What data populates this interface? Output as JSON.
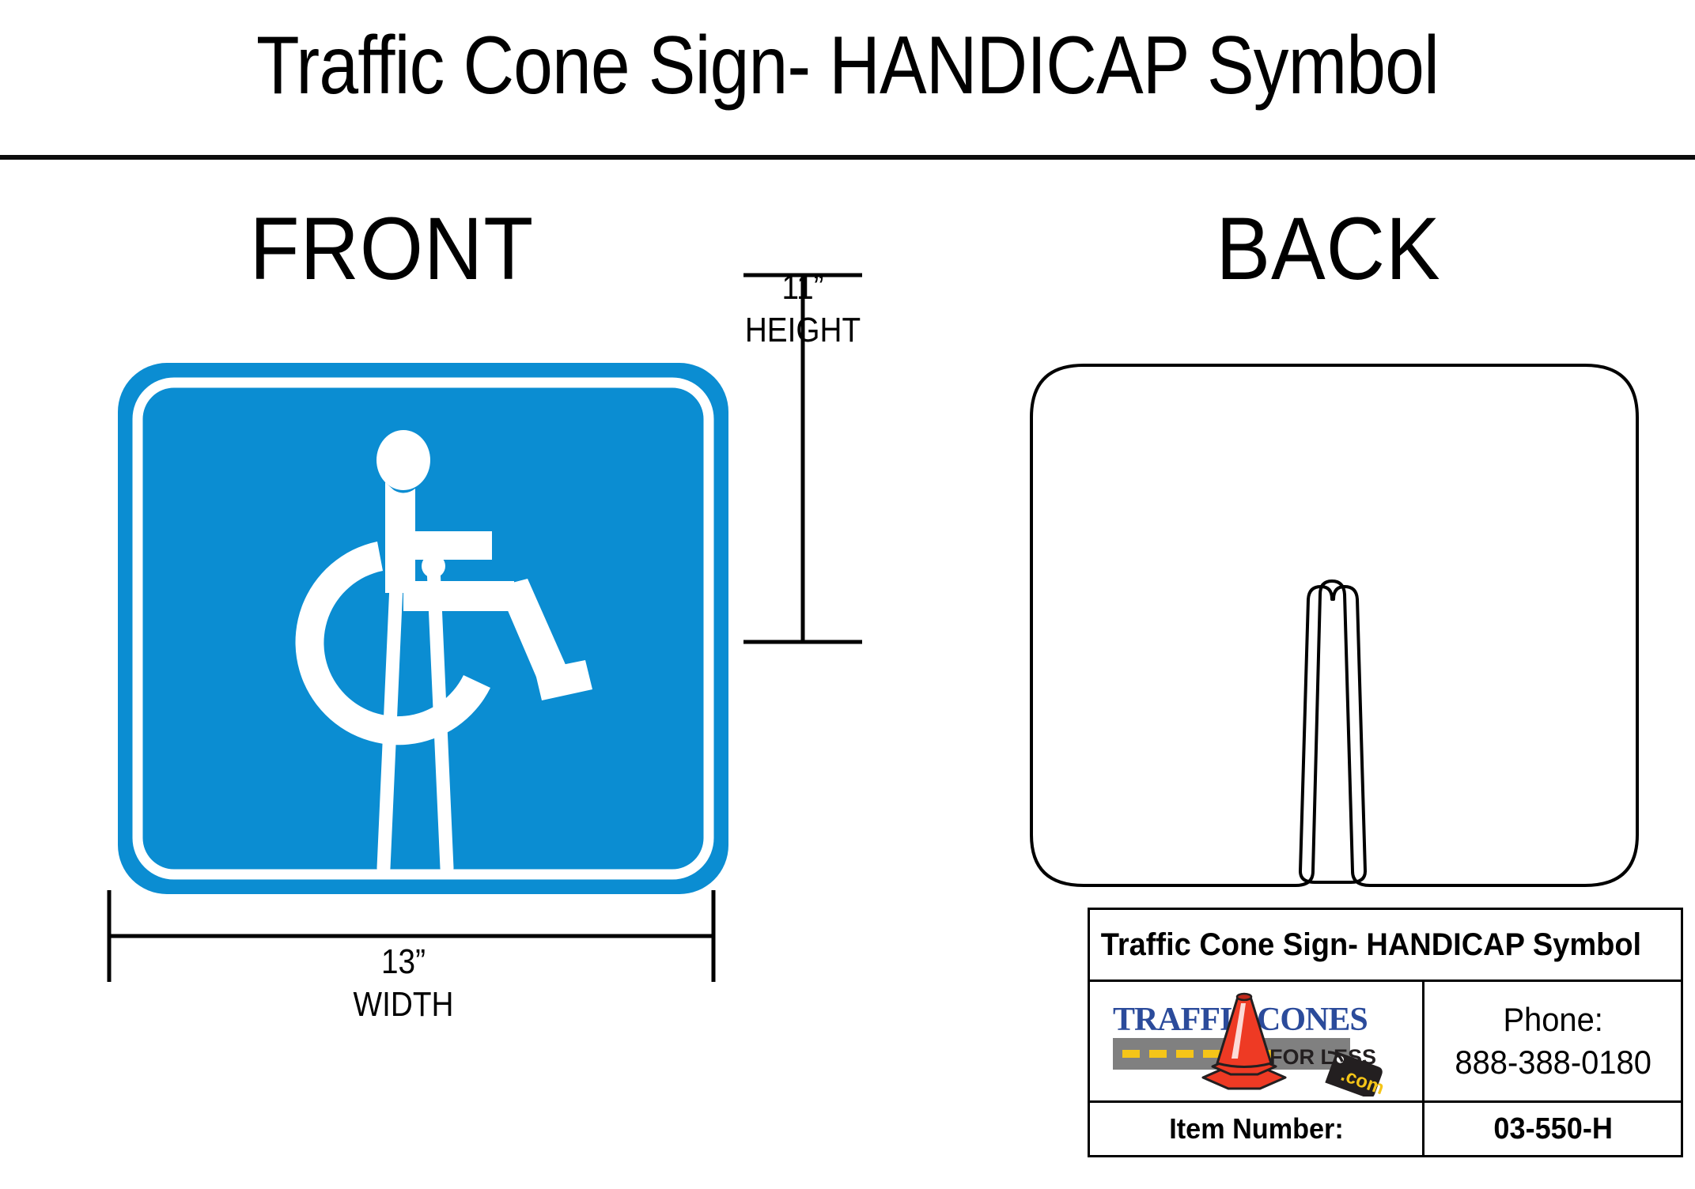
{
  "header": {
    "title": "Traffic Cone Sign- HANDICAP Symbol"
  },
  "views": {
    "front_label": "FRONT",
    "back_label": "BACK"
  },
  "dimensions": {
    "height_value": "11”",
    "height_caption": "HEIGHT",
    "width_value": "13”",
    "width_caption": "WIDTH"
  },
  "sign": {
    "front_color": "#0b8dd2",
    "symbol_color": "#ffffff",
    "symbol_name": "wheelchair-accessibility-symbol",
    "back_outline_color": "#000000"
  },
  "info_table": {
    "product_title": "Traffic Cone Sign- HANDICAP Symbol",
    "phone_label": "Phone:",
    "phone_number": "888-388-0180",
    "item_number_label": "Item Number:",
    "item_number_value": "03-550-H"
  },
  "logo": {
    "word_traffic": "TRAFFIC",
    "word_cones": "CONES",
    "word_for_less": "FOR LESS",
    "word_dotcom": ".com",
    "text_color": "#2b4b9b",
    "road_color": "#808080",
    "dash_color": "#f5c518",
    "cone_color": "#ee3a24",
    "tag_color": "#231f20"
  }
}
